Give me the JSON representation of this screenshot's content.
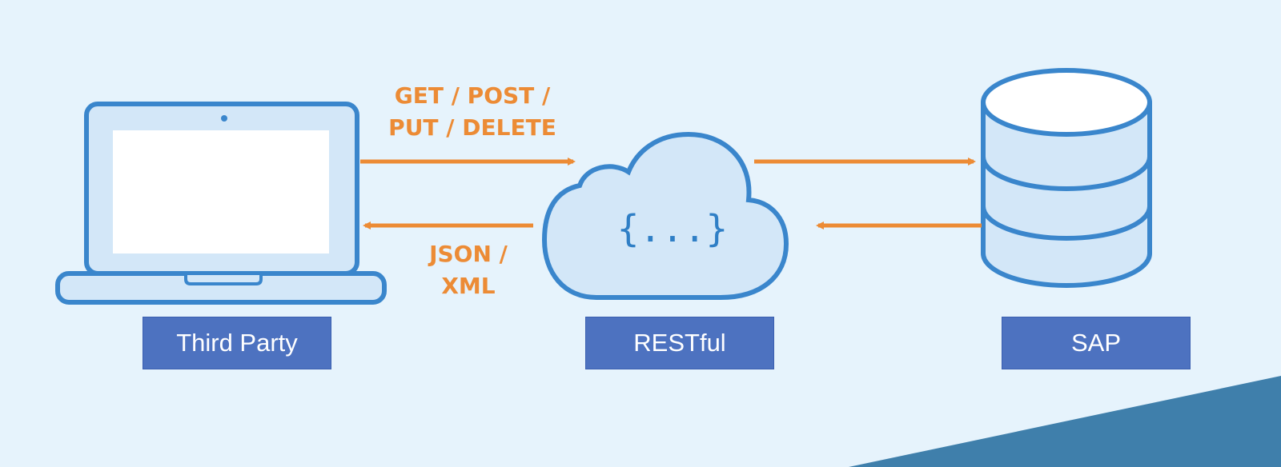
{
  "colors": {
    "background": "#e6f3fc",
    "accent_corner": "#3f7fab",
    "outline": "#3a86cc",
    "fill_light": "#d3e7f8",
    "screen": "#ffffff",
    "arrow": "#ec8b35",
    "label_box": "#4d72c0",
    "label_text": "#ffffff",
    "braces": "#2f7fc6"
  },
  "nodes": {
    "third_party": {
      "label": "Third Party",
      "icon": "laptop-icon"
    },
    "restful": {
      "label": "RESTful",
      "icon": "cloud-icon",
      "glyph": "{...}"
    },
    "sap": {
      "label": "SAP",
      "icon": "database-icon"
    }
  },
  "edges": {
    "request": {
      "line1": "GET / POST /",
      "line2": "PUT / DELETE"
    },
    "response": {
      "line1": "JSON /",
      "line2": "XML"
    }
  }
}
